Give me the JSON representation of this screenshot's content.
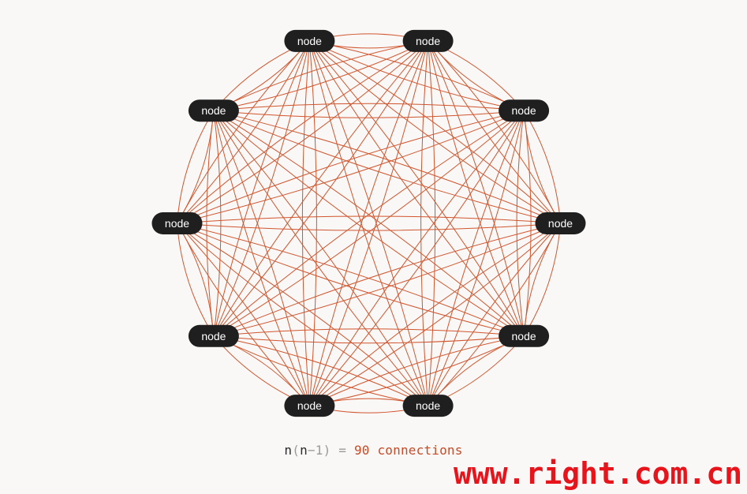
{
  "diagram": {
    "node_count": 10,
    "node_label": "node",
    "edge_color": "#d0552e",
    "node_color": "#1f1f1f",
    "directed_pairs_drawn_as_double_curves": true
  },
  "formula": {
    "n1": "n",
    "open": "(",
    "n2": "n",
    "minus_one": "−1",
    "close": ")",
    "equals": " = ",
    "count": "90",
    "word": " connections"
  },
  "watermark": {
    "text": "www.right.com.cn",
    "color": "#e8141c"
  }
}
